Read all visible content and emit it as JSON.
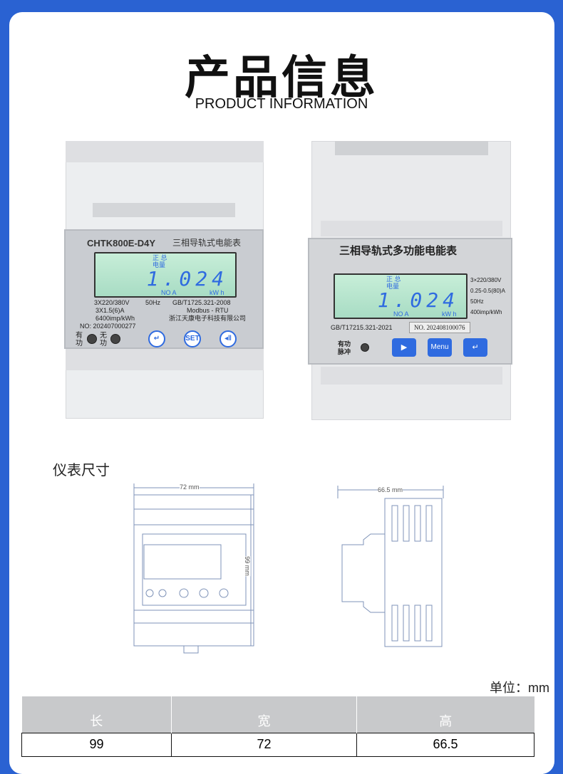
{
  "header": {
    "title": "产品信息",
    "subtitle": "PRODUCT INFORMATION"
  },
  "meter1": {
    "model": "CHTK800E-D4Y",
    "name": "三相导轨式电能表",
    "lcd_top1": "正 总",
    "lcd_top2": "电量",
    "reading": "1.024",
    "lcd_mode": "NO A",
    "lcd_unit": "kW h",
    "spec1": "3X220/380V",
    "spec2": "50Hz",
    "std": "GB/T1725.321-2008",
    "current": "3X1.5(6)A",
    "protocol": "Modbus - RTU",
    "constant": "6400imp/kWh",
    "maker": "浙江天康电子科技有限公司",
    "serial": "NO: 202407000277",
    "led1": "有功",
    "led2": "无功",
    "btn_set": "SET"
  },
  "meter2": {
    "name": "三相导轨式多功能电能表",
    "lcd_top1": "正 总",
    "lcd_top2": "电量",
    "reading": "1.024",
    "lcd_mode": "NO A",
    "lcd_unit": "kW h",
    "spec1": "3×220/380V",
    "spec2": "0.25-0.5(80)A",
    "spec3": "50Hz",
    "spec4": "400imp/kWh",
    "std": "GB/T17215.321-2021",
    "serial": "NO. 202408100076",
    "led": "有功脉冲",
    "btn_menu": "Menu"
  },
  "dimensions": {
    "title": "仪表尺寸",
    "width_label": "72 mm",
    "height_label": "99 mm",
    "depth_label": "66.5 mm",
    "unit": "单位：mm"
  },
  "table": {
    "headers": [
      "长",
      "宽",
      "高"
    ],
    "values": [
      "99",
      "72",
      "66.5"
    ]
  }
}
